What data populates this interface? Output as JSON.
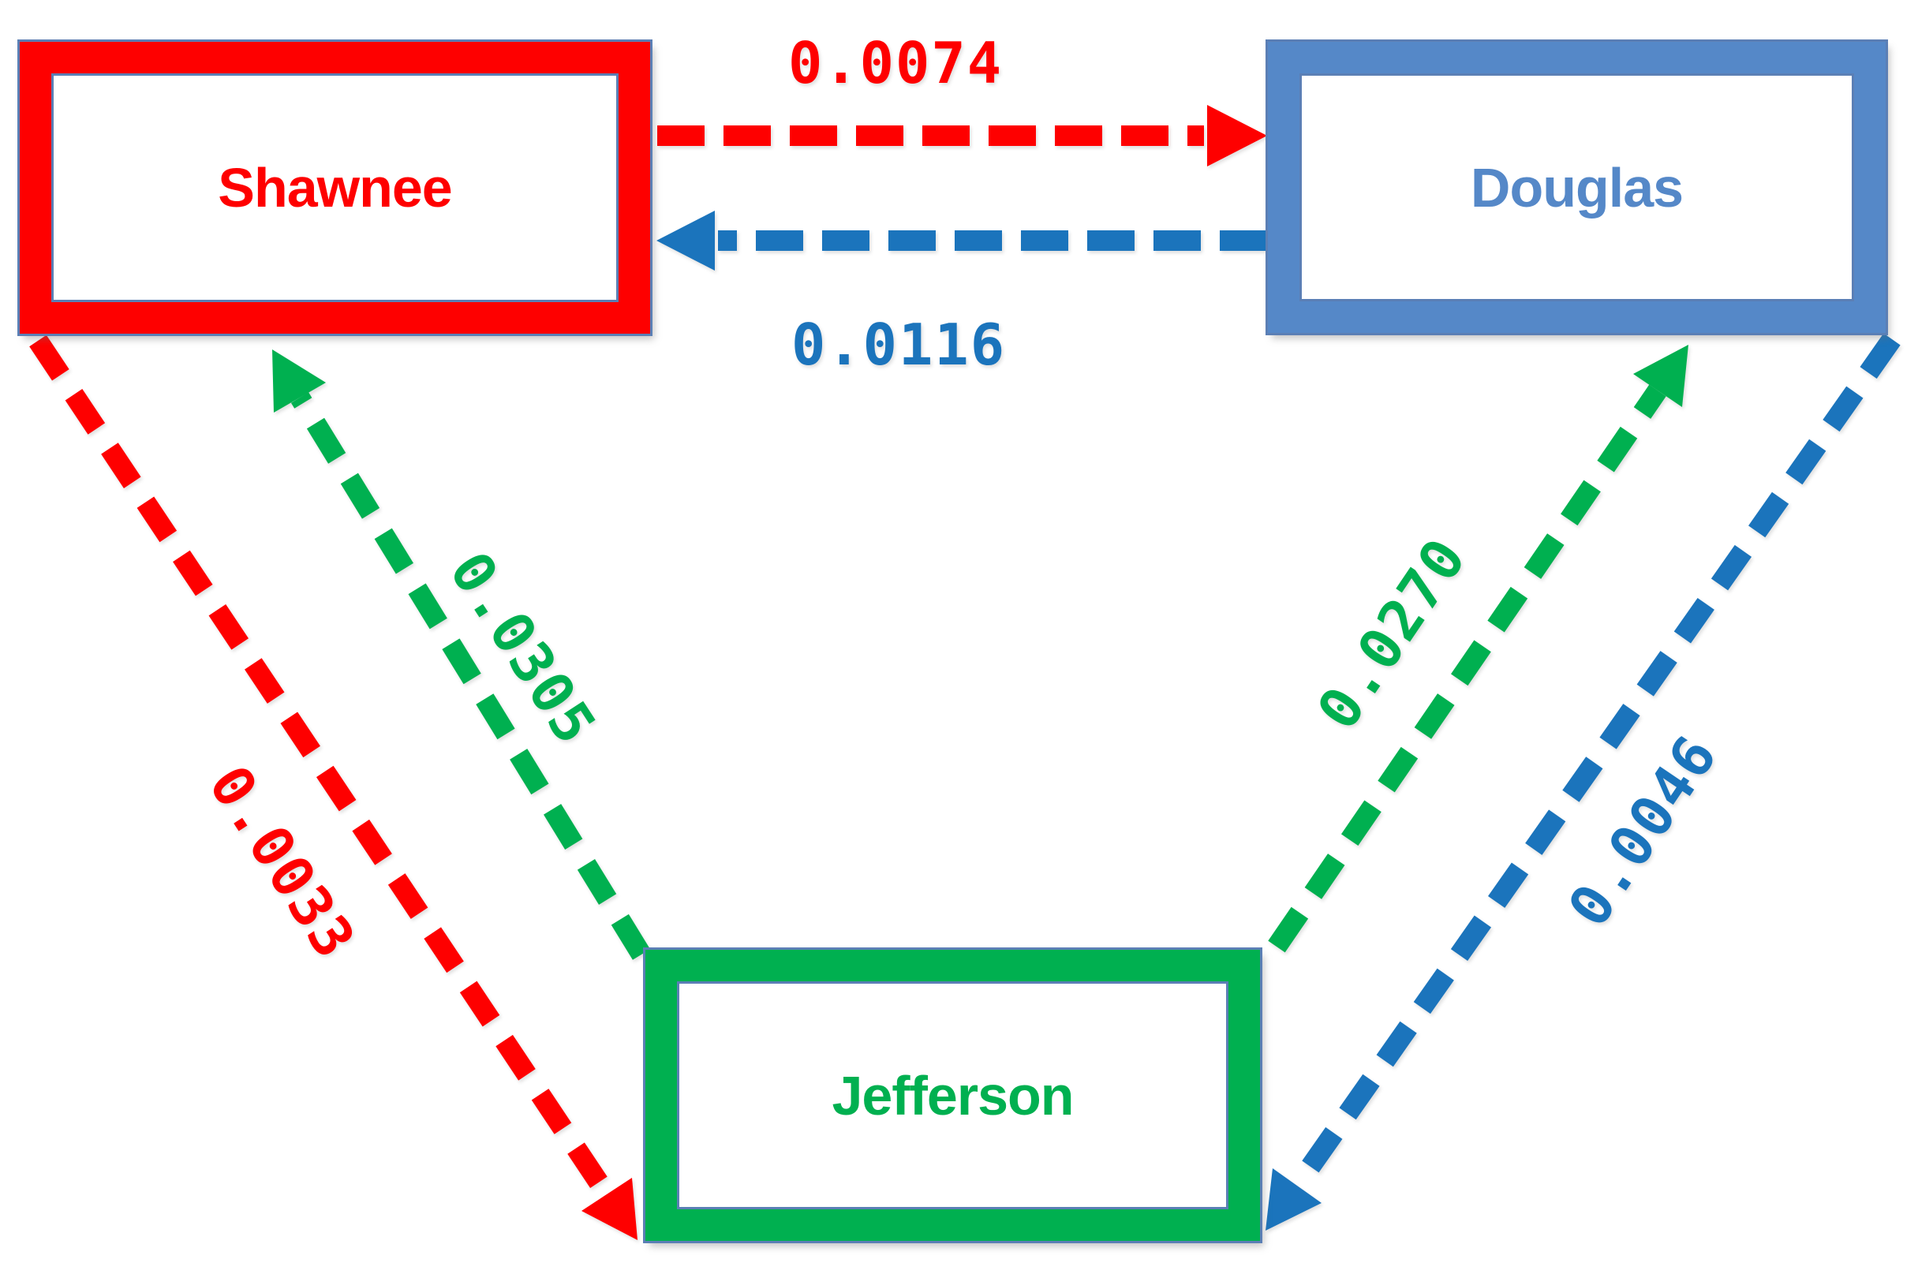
{
  "colors": {
    "red": "#FE0000",
    "green": "#00B050",
    "blue_arrow": "#1B74BC",
    "blue_box": "#5588C8",
    "box_outline": "#5B7FB5"
  },
  "nodes": [
    {
      "id": "shawnee",
      "label": "Shawnee"
    },
    {
      "id": "douglas",
      "label": "Douglas"
    },
    {
      "id": "jefferson",
      "label": "Jefferson"
    }
  ],
  "edges": [
    {
      "from": "Shawnee",
      "to": "Douglas",
      "value": "0.0074",
      "color": "#FE0000"
    },
    {
      "from": "Douglas",
      "to": "Shawnee",
      "value": "0.0116",
      "color": "#1B74BC"
    },
    {
      "from": "Jefferson",
      "to": "Shawnee",
      "value": "0.0305",
      "color": "#00B050"
    },
    {
      "from": "Shawnee",
      "to": "Jefferson",
      "value": "0.0033",
      "color": "#FE0000"
    },
    {
      "from": "Jefferson",
      "to": "Douglas",
      "value": "0.0270",
      "color": "#00B050"
    },
    {
      "from": "Douglas",
      "to": "Jefferson",
      "value": "0.0046",
      "color": "#1B74BC"
    }
  ]
}
